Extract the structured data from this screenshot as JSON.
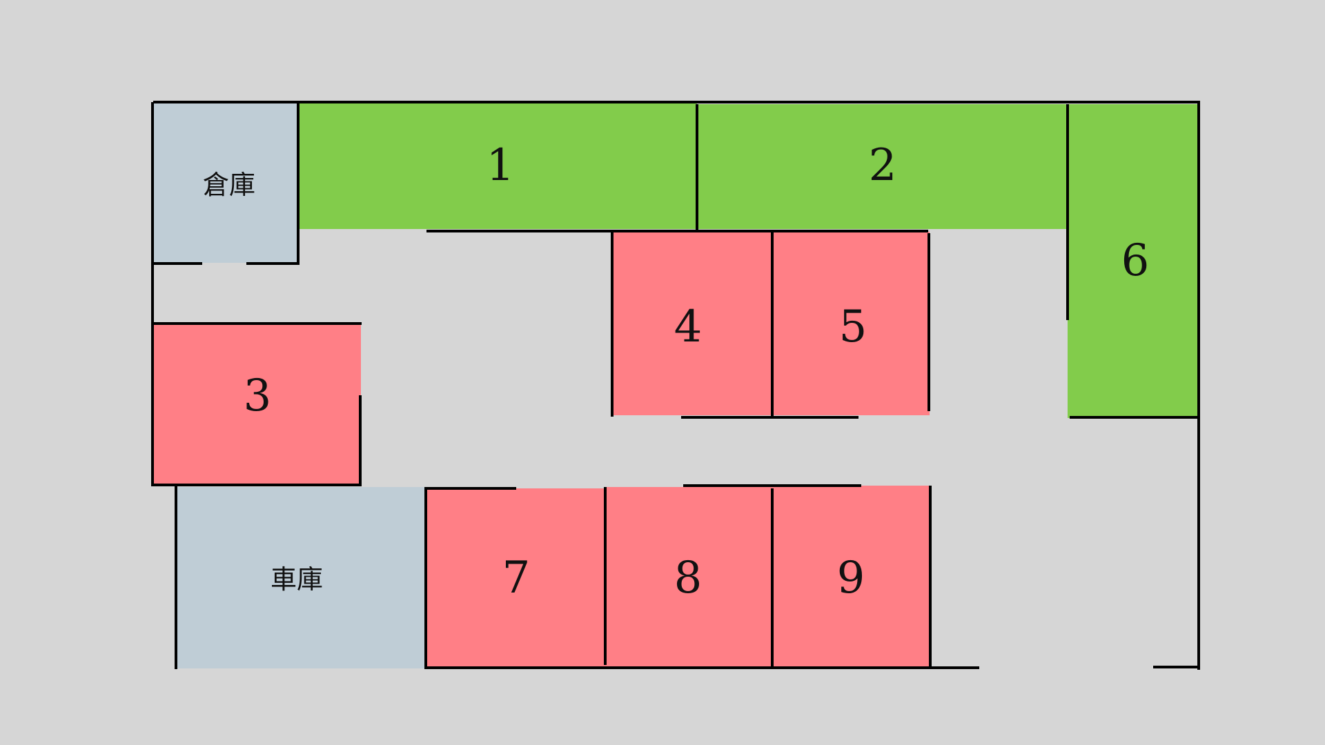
{
  "colors": {
    "background": "#d6d6d6",
    "available": "#82cc4b",
    "occupied": "#ff7f86",
    "utility": "#bfcdd6",
    "wall": "#000000"
  },
  "rooms": {
    "storage": {
      "label": "倉庫",
      "status": "utility"
    },
    "garage": {
      "label": "車庫",
      "status": "utility"
    },
    "r1": {
      "label": "1",
      "status": "available"
    },
    "r2": {
      "label": "2",
      "status": "available"
    },
    "r3": {
      "label": "3",
      "status": "occupied"
    },
    "r4": {
      "label": "4",
      "status": "occupied"
    },
    "r5": {
      "label": "5",
      "status": "occupied"
    },
    "r6": {
      "label": "6",
      "status": "available"
    },
    "r7": {
      "label": "7",
      "status": "occupied"
    },
    "r8": {
      "label": "8",
      "status": "occupied"
    },
    "r9": {
      "label": "9",
      "status": "occupied"
    }
  }
}
